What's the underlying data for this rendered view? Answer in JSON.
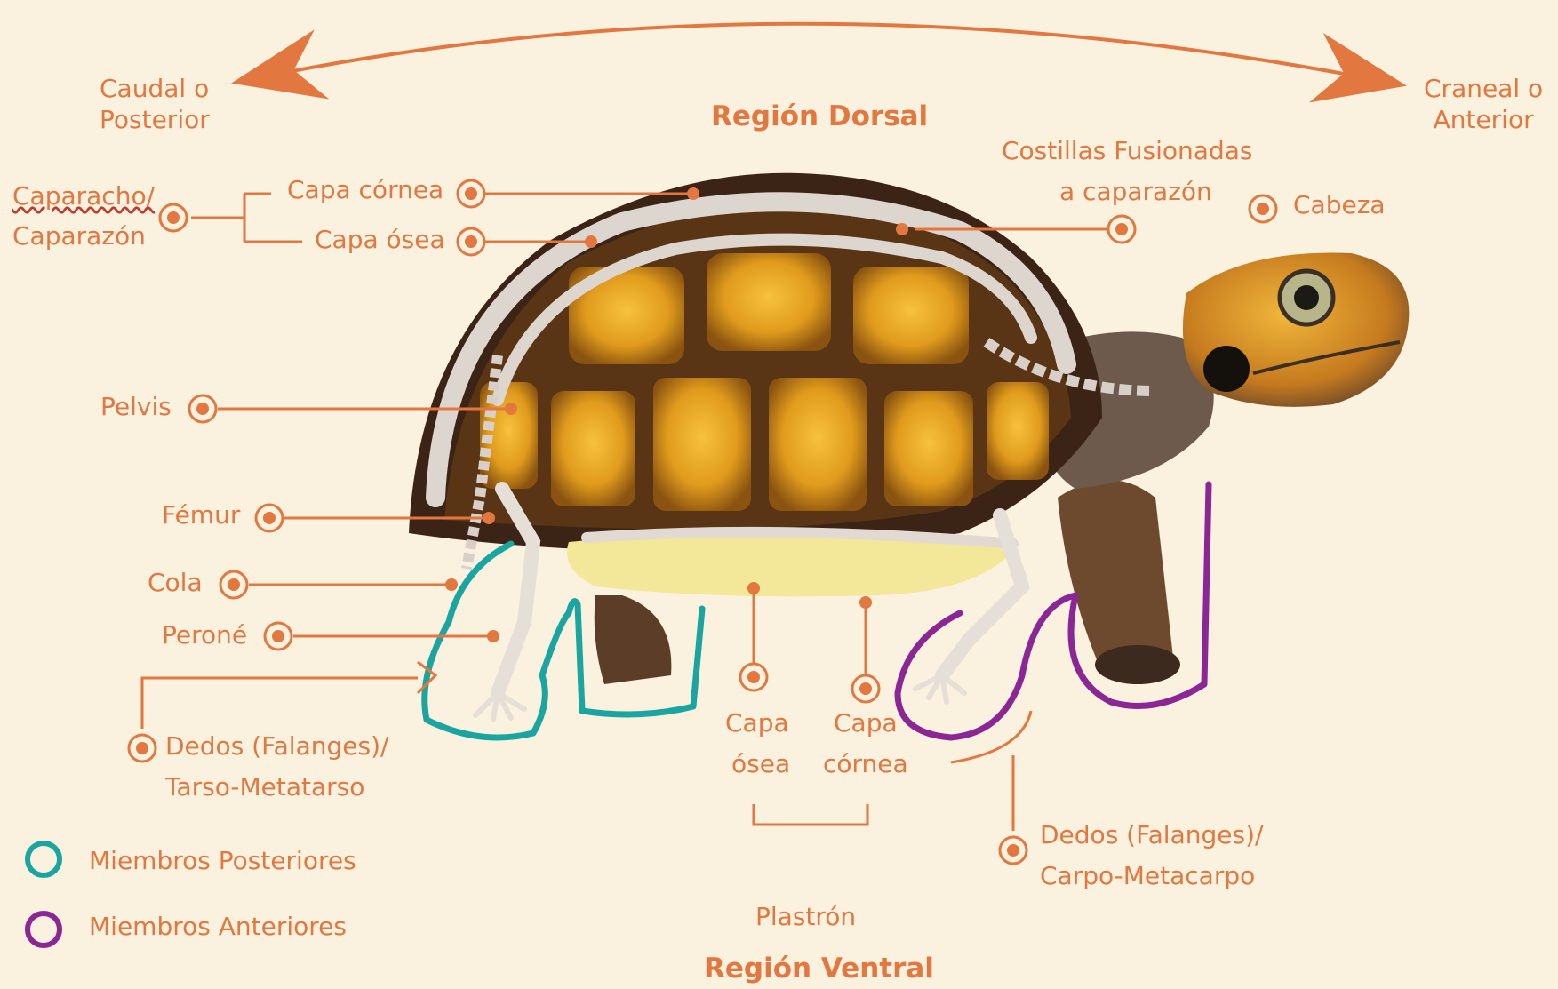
{
  "orientation": {
    "caudal": "Caudal o\nPosterior",
    "cranial": "Craneal o\nAnterior"
  },
  "regions": {
    "dorsal": "Región Dorsal",
    "ventral": "Región Ventral",
    "plastron": "Plastrón"
  },
  "labels": {
    "caparacho": "Caparacho/",
    "caparazon": "Caparazón",
    "capa_cornea_top": "Capa córnea",
    "capa_osea_top": "Capa ósea",
    "costillas_1": "Costillas Fusionadas",
    "costillas_2": "a caparazón",
    "cabeza": "Cabeza",
    "pelvis": "Pelvis",
    "femur": "Fémur",
    "cola": "Cola",
    "perone": "Peroné",
    "dedos_post_1": "Dedos (Falanges)/",
    "dedos_post_2": "Tarso-Metatarso",
    "capa_osea_bottom_1": "Capa",
    "capa_osea_bottom_2": "ósea",
    "capa_cornea_bottom_1": "Capa",
    "capa_cornea_bottom_2": "córnea",
    "dedos_ant_1": "Dedos (Falanges)/",
    "dedos_ant_2": "Carpo-Metacarpo"
  },
  "legend": {
    "posterior": "Miembros Posteriores",
    "anterior": "Miembros Anteriores"
  },
  "colors": {
    "label": "#e2773f",
    "posterior_limbs": "#1aa5a0",
    "anterior_limbs": "#8a2795",
    "background": "#fbf1df"
  }
}
